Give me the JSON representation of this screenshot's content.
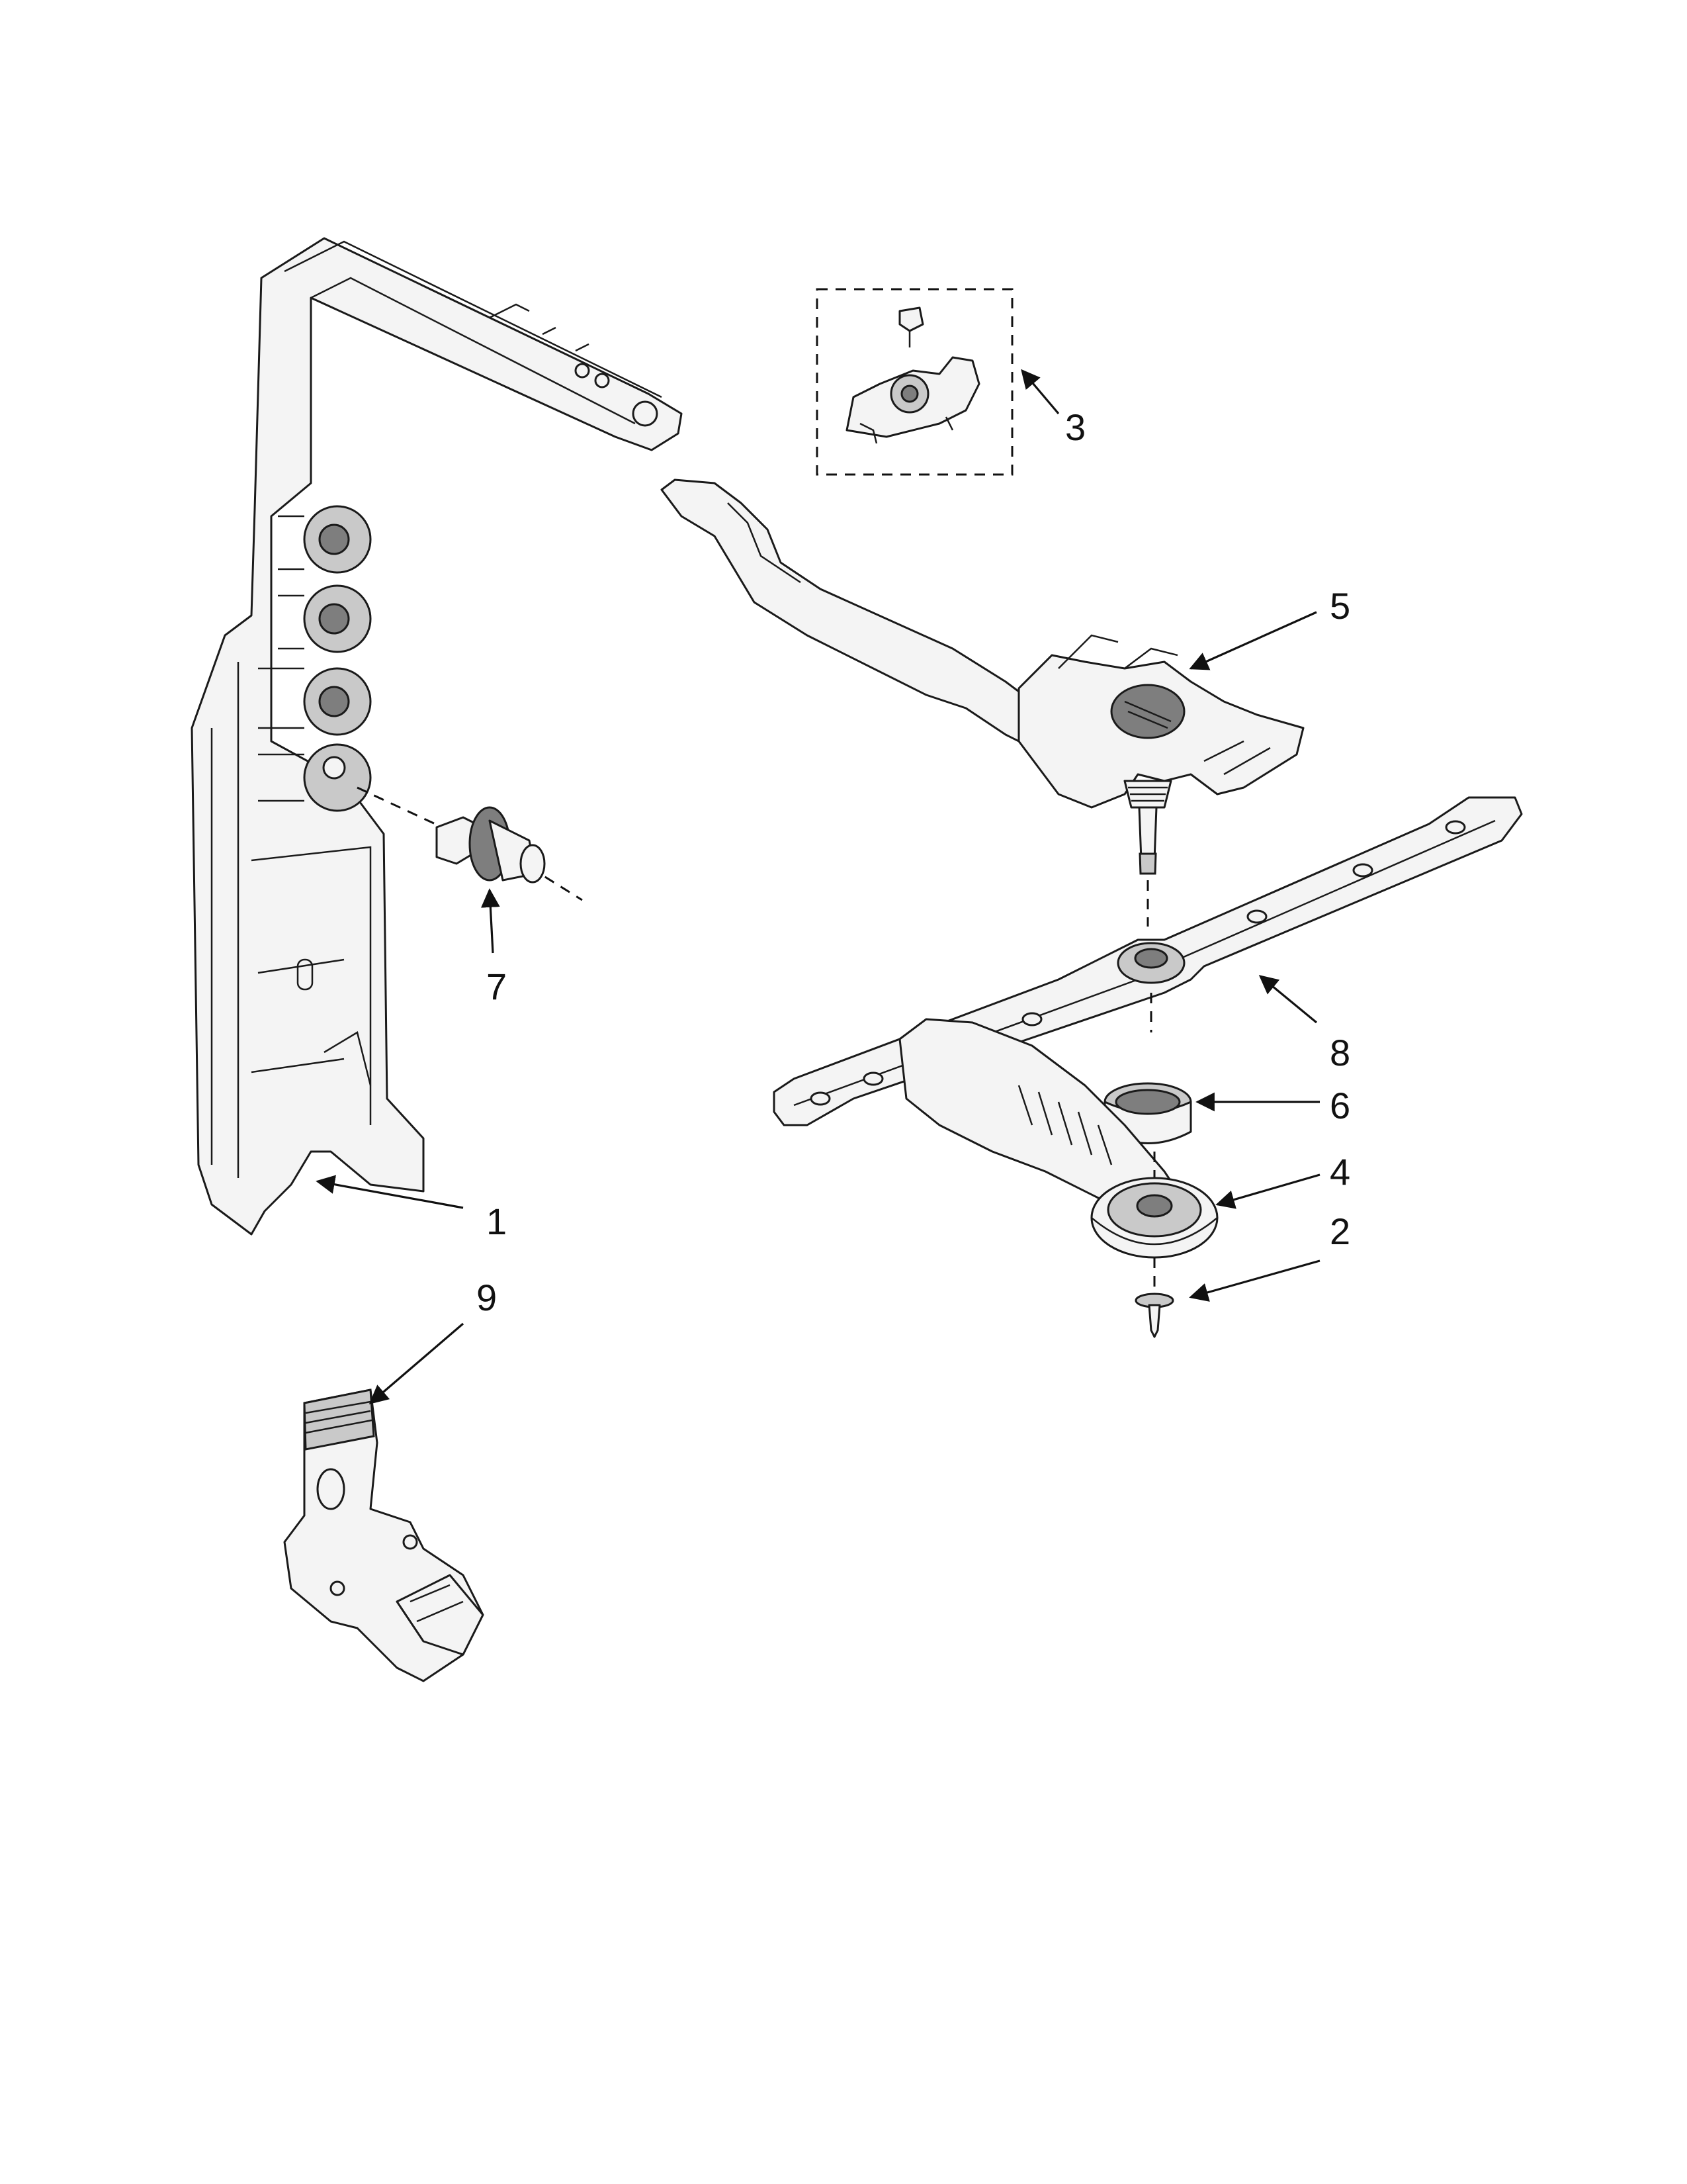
{
  "callouts": {
    "c1": "1",
    "c2": "2",
    "c3": "3",
    "c4": "4",
    "c5": "5",
    "c6": "6",
    "c7": "7",
    "c8": "8",
    "c9": "9"
  },
  "colors": {
    "line": "#1a1a1a",
    "fill_light": "#f4f4f4",
    "fill_dark": "#7e7e7e",
    "background": "#ffffff"
  }
}
